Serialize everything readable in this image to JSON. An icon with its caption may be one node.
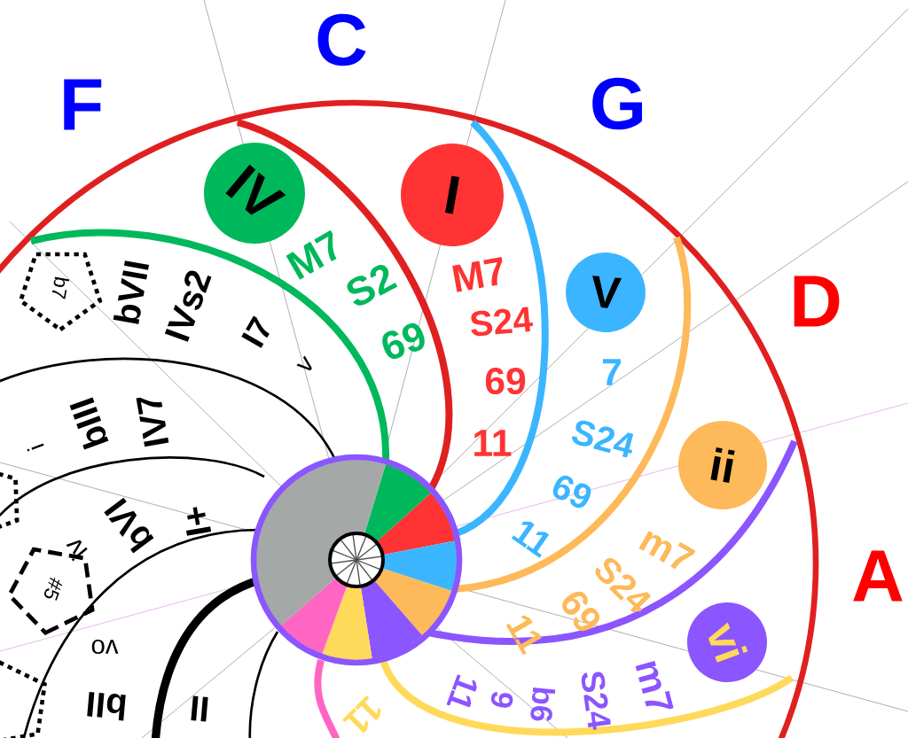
{
  "diagram": {
    "nodes": [
      {
        "text": [
          "IV"
        ]
      },
      {
        "text": [
          "I"
        ]
      },
      {
        "text": [
          "V"
        ]
      },
      {
        "text": [
          "ii"
        ]
      },
      {
        "text": [
          "vi"
        ]
      },
      {
        "text": [],
        "shape": "circle"
      },
      {
        "text": [
          "b7"
        ]
      },
      {
        "text": [
          "#5"
        ]
      },
      {
        "text": [],
        "shape": "pentagon"
      },
      {
        "text": [],
        "shape": "pentagon"
      }
    ],
    "labels": [
      "C",
      "F",
      "G",
      "D",
      "A",
      "M7",
      "S2",
      "69",
      "M7",
      "S24",
      "69",
      "11",
      "7",
      "S24",
      "69",
      "11",
      "m7",
      "S24",
      "69",
      "11",
      "11",
      "9",
      "b6",
      "S24",
      "m7",
      "11",
      "bVII",
      "IVs2",
      "I7",
      "v",
      "bIII",
      "IV7",
      "i",
      "bVI",
      "I+",
      "iv",
      "vo",
      "bII",
      "II"
    ]
  }
}
